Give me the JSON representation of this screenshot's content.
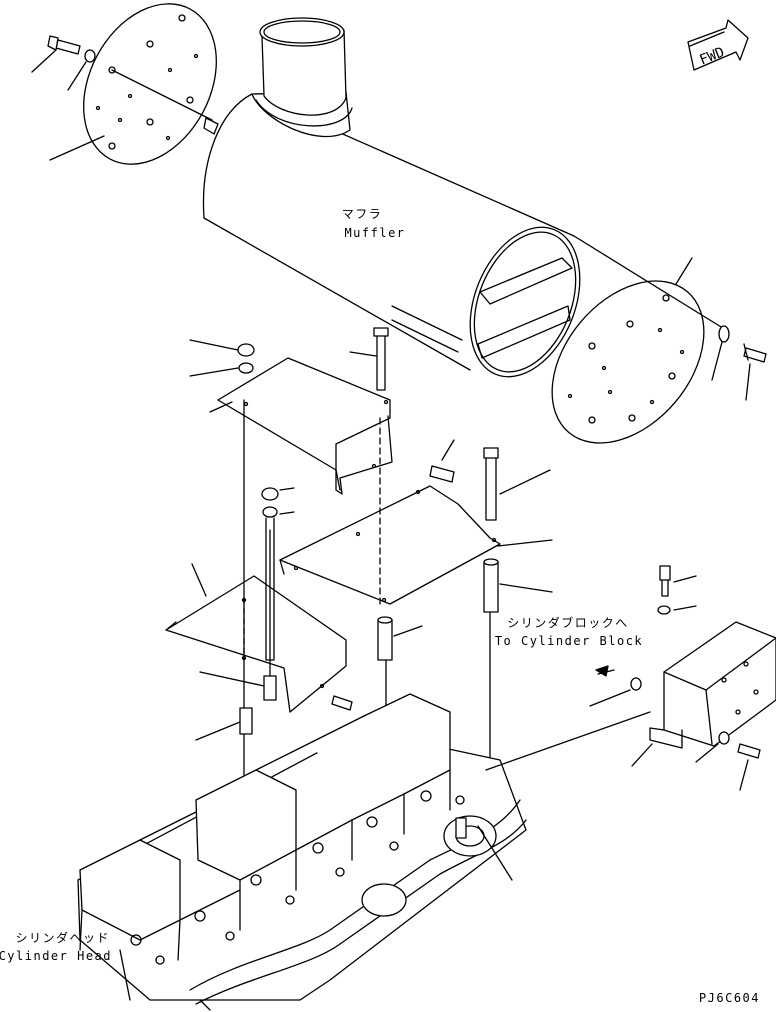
{
  "fwd_mark": "FWD",
  "labels": {
    "muffler_jp": "マフラ",
    "muffler_en": "Muffler",
    "to_block_jp": "シリンダブロックへ",
    "to_block_en": "To Cylinder Block",
    "head_jp": "シリンダヘッド",
    "head_en": "Cylinder Head"
  },
  "drawing_code": "PJ6C604"
}
